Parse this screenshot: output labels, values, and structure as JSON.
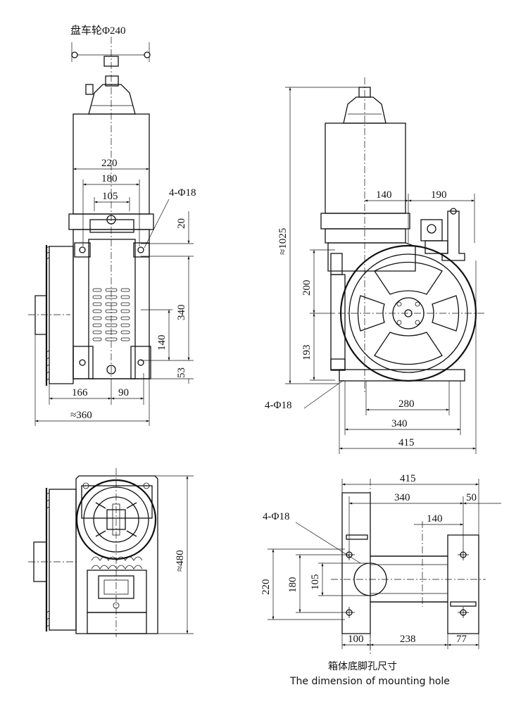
{
  "views": {
    "front": {
      "handwheel": "盘车轮Φ240",
      "w220": "220",
      "w180": "180",
      "w105": "105",
      "holes": "4-Φ18",
      "d20": "20",
      "d340": "340",
      "d140": "140",
      "d53": "53",
      "d166": "166",
      "d90": "90",
      "d360": "≈360"
    },
    "side": {
      "h1025": "≈1025",
      "d140": "140",
      "d190": "190",
      "d200": "200",
      "d193": "193",
      "holes": "4-Φ18",
      "d280": "280",
      "d340": "340",
      "d415": "415"
    },
    "top": {
      "d480": "≈480"
    },
    "base": {
      "d415": "415",
      "d340": "340",
      "d50": "50",
      "d140": "140",
      "holes": "4-Φ18",
      "d220": "220",
      "d180": "180",
      "d105": "105",
      "d100": "100",
      "d238": "238",
      "d77": "77",
      "caption_cn": "箱体底脚孔尺寸",
      "caption_en": "The dimension of mounting hole"
    }
  }
}
